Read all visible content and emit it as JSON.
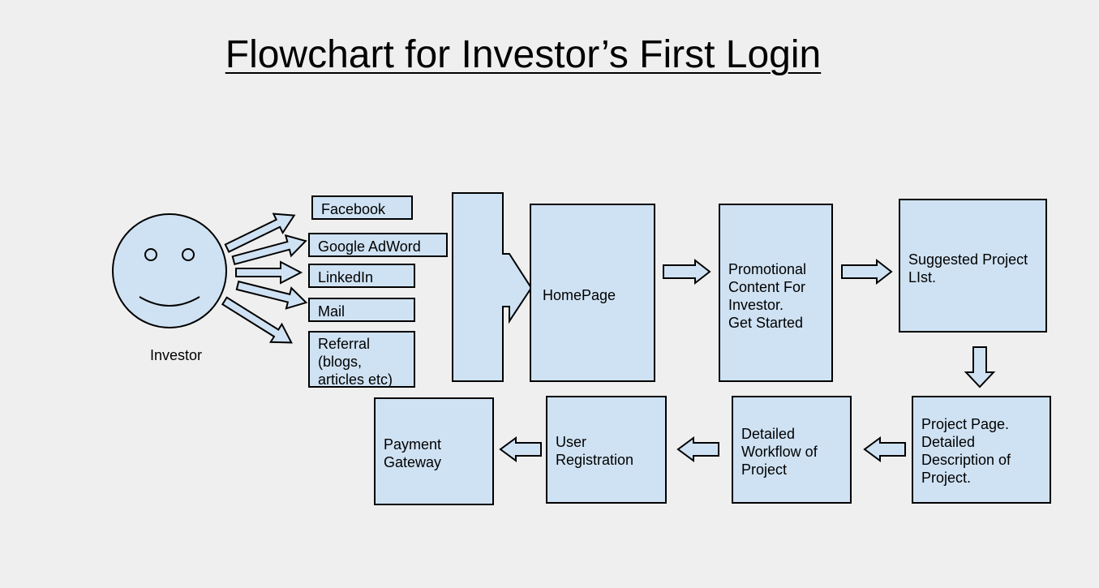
{
  "title": "Flowchart for Investor’s First Login",
  "actor": {
    "label": "Investor",
    "icon": "smiley-face"
  },
  "channels": [
    "Facebook",
    "Google AdWord",
    "LinkedIn",
    "Mail",
    "Referral\n(blogs,\narticles etc)"
  ],
  "steps": {
    "homepage": "HomePage",
    "promotional": "Promotional\nContent For\nInvestor.\nGet Started",
    "suggested": "Suggested Project\nLIst.",
    "project_page": "Project Page.\nDetailed\nDescription of\nProject.",
    "workflow": "Detailed\nWorkflow of\nProject",
    "registration": "User\nRegistration",
    "payment": "Payment\nGateway"
  },
  "colors": {
    "box_fill": "#cfe2f3",
    "stroke": "#000000",
    "background": "#efefef"
  }
}
